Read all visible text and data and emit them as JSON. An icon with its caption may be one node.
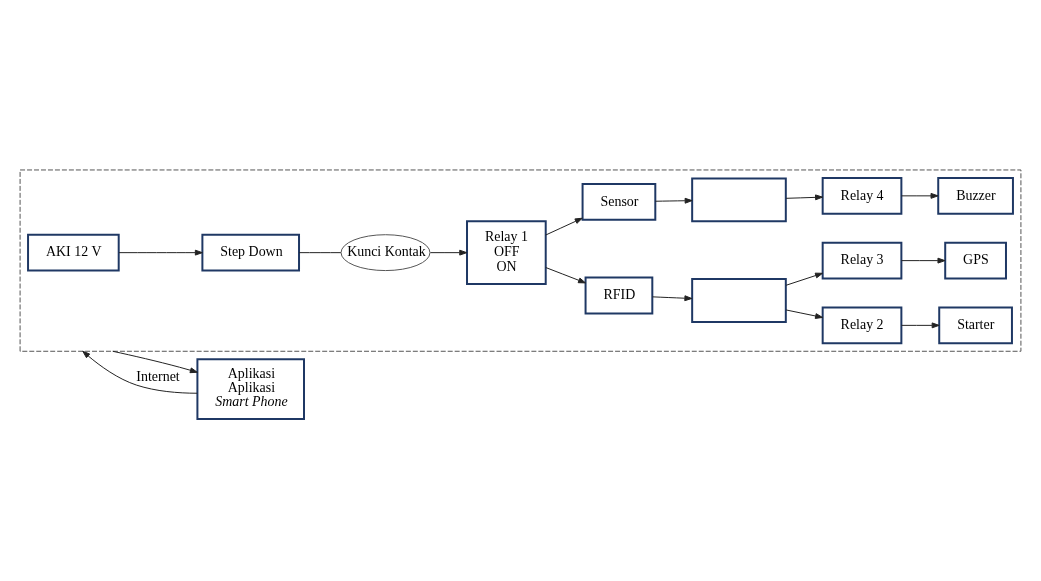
{
  "diagram": {
    "nodes": [
      {
        "text": [],
        "shape": "box"
      },
      {
        "text": [
          "AKI 12 V"
        ],
        "in": 0
      },
      {
        "text": [
          "Step Down"
        ],
        "in": 0
      },
      {
        "text": [
          "Kunci Kontak"
        ],
        "in": 0
      },
      {
        "text": [
          "Relay 1",
          "OFF",
          "ON"
        ],
        "in": 0
      },
      {
        "text": [
          "Sensor"
        ],
        "in": 0
      },
      {
        "text": [],
        "shape": "box",
        "in": 0
      },
      {
        "text": [
          "Relay 4"
        ],
        "in": 0
      },
      {
        "text": [
          "Buzzer"
        ],
        "in": 0
      },
      {
        "text": [
          "RFID"
        ],
        "in": 0
      },
      {
        "text": [],
        "shape": "box",
        "in": 0
      },
      {
        "text": [
          "Relay 2"
        ],
        "in": 0
      },
      {
        "text": [
          "Relay 3"
        ],
        "in": 0
      },
      {
        "text": [
          "Starter"
        ],
        "in": 0
      },
      {
        "text": [
          "GPS"
        ],
        "in": 0
      },
      {
        "text": [
          "Aplikasi",
          "Aplikasi",
          "Smart Phone"
        ]
      }
    ],
    "edges": [
      {
        "from": 1,
        "to": 2,
        "arrow": "to"
      },
      {
        "from": 2,
        "to": 3,
        "arrow": "none"
      },
      {
        "from": 3,
        "to": 4,
        "arrow": "to"
      },
      {
        "from": 4,
        "to": 5,
        "arrow": "to"
      },
      {
        "from": 5,
        "to": 6,
        "arrow": "to"
      },
      {
        "from": 6,
        "to": 7,
        "arrow": "to"
      },
      {
        "from": 7,
        "to": 8,
        "arrow": "to"
      },
      {
        "from": 4,
        "to": 9,
        "arrow": "to"
      },
      {
        "from": 9,
        "to": 10,
        "arrow": "to"
      },
      {
        "from": 10,
        "to": 11,
        "arrow": "to"
      },
      {
        "from": 10,
        "to": 12,
        "arrow": "to"
      },
      {
        "from": 11,
        "to": 13,
        "arrow": "to"
      },
      {
        "from": 12,
        "to": 14,
        "arrow": "to"
      },
      {
        "from": 15,
        "to": 0,
        "arrow": "to",
        "label": "Internet"
      },
      {
        "from": 0,
        "to": 15,
        "arrow": "to"
      }
    ]
  }
}
